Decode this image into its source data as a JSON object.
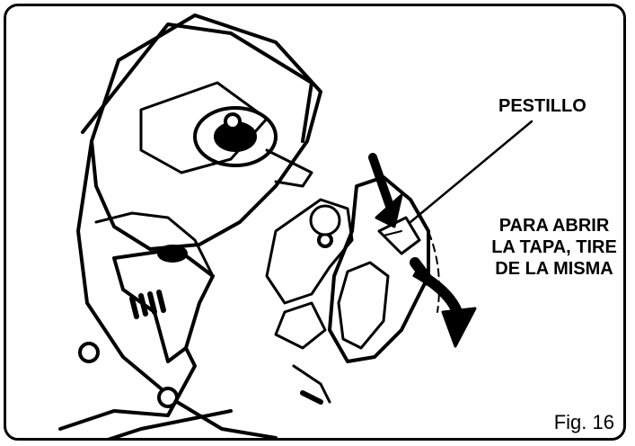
{
  "labels": {
    "latch": "PESTILLO",
    "instruction_line1": "PARA ABRIR",
    "instruction_line2": "LA TAPA, TIRE",
    "instruction_line3": "DE LA MISMA",
    "figure": "Fig. 16"
  },
  "icons": {
    "push_arrow": "down-arrow-icon",
    "pull_arrow": "curved-arrow-icon"
  }
}
